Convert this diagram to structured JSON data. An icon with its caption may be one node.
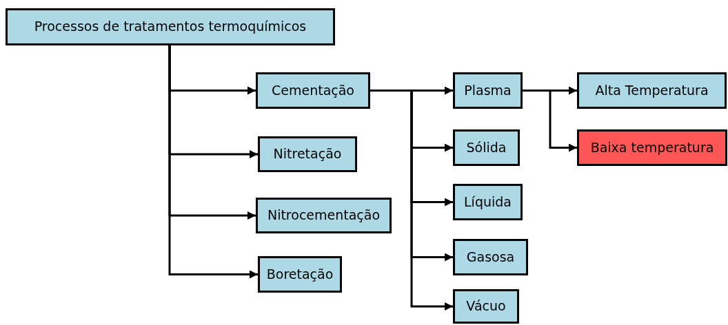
{
  "diagram": {
    "nodes": [
      {
        "text": [
          "Processos de tratamentos termoquímicos"
        ]
      },
      {
        "text": [
          "Cementação"
        ]
      },
      {
        "text": [
          "Nitretação"
        ]
      },
      {
        "text": [
          "Nitrocementação"
        ]
      },
      {
        "text": [
          "Boretação"
        ]
      },
      {
        "text": [
          "Plasma"
        ]
      },
      {
        "text": [
          "Sólida"
        ]
      },
      {
        "text": [
          "Líquida"
        ]
      },
      {
        "text": [
          "Gasosa"
        ]
      },
      {
        "text": [
          "Vácuo"
        ]
      },
      {
        "text": [
          "Alta Temperatura"
        ]
      },
      {
        "text": [
          "Baixa temperatura"
        ]
      }
    ],
    "edges": [
      {
        "from": 0,
        "to": 1,
        "arrow": "to"
      },
      {
        "from": 0,
        "to": 2,
        "arrow": "to"
      },
      {
        "from": 0,
        "to": 3,
        "arrow": "to"
      },
      {
        "from": 0,
        "to": 4,
        "arrow": "to"
      },
      {
        "from": 1,
        "to": 5,
        "arrow": "to"
      },
      {
        "from": 1,
        "to": 6,
        "arrow": "to"
      },
      {
        "from": 1,
        "to": 7,
        "arrow": "to"
      },
      {
        "from": 1,
        "to": 8,
        "arrow": "to"
      },
      {
        "from": 1,
        "to": 9,
        "arrow": "to"
      },
      {
        "from": 5,
        "to": 10,
        "arrow": "to"
      },
      {
        "from": 5,
        "to": 11,
        "arrow": "to"
      }
    ]
  }
}
